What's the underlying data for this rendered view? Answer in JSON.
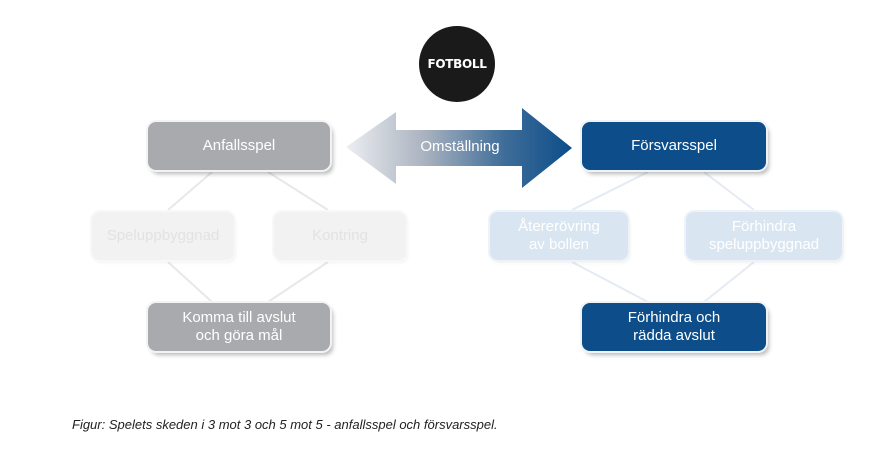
{
  "badge": {
    "label": "FOTBOLL"
  },
  "transition": {
    "label": "Omställning"
  },
  "attack": {
    "title": "Anfallsspel",
    "phases": [
      "Speluppbyggnad",
      "Kontring"
    ],
    "goal": "Komma till avslut\noch göra mål"
  },
  "defense": {
    "title": "Försvarsspel",
    "phases": [
      "Återerövring\nav bollen",
      "Förhindra\nspeluppbyggnad"
    ],
    "goal": "Förhindra och\nrädda avslut"
  },
  "caption": "Figur: Spelets skeden i 3 mot 3 och 5 mot 5 - anfallsspel och försvarsspel.",
  "colors": {
    "attack": "#a8aaad",
    "defense": "#0c4d8a",
    "badge": "#1a1a1a"
  }
}
